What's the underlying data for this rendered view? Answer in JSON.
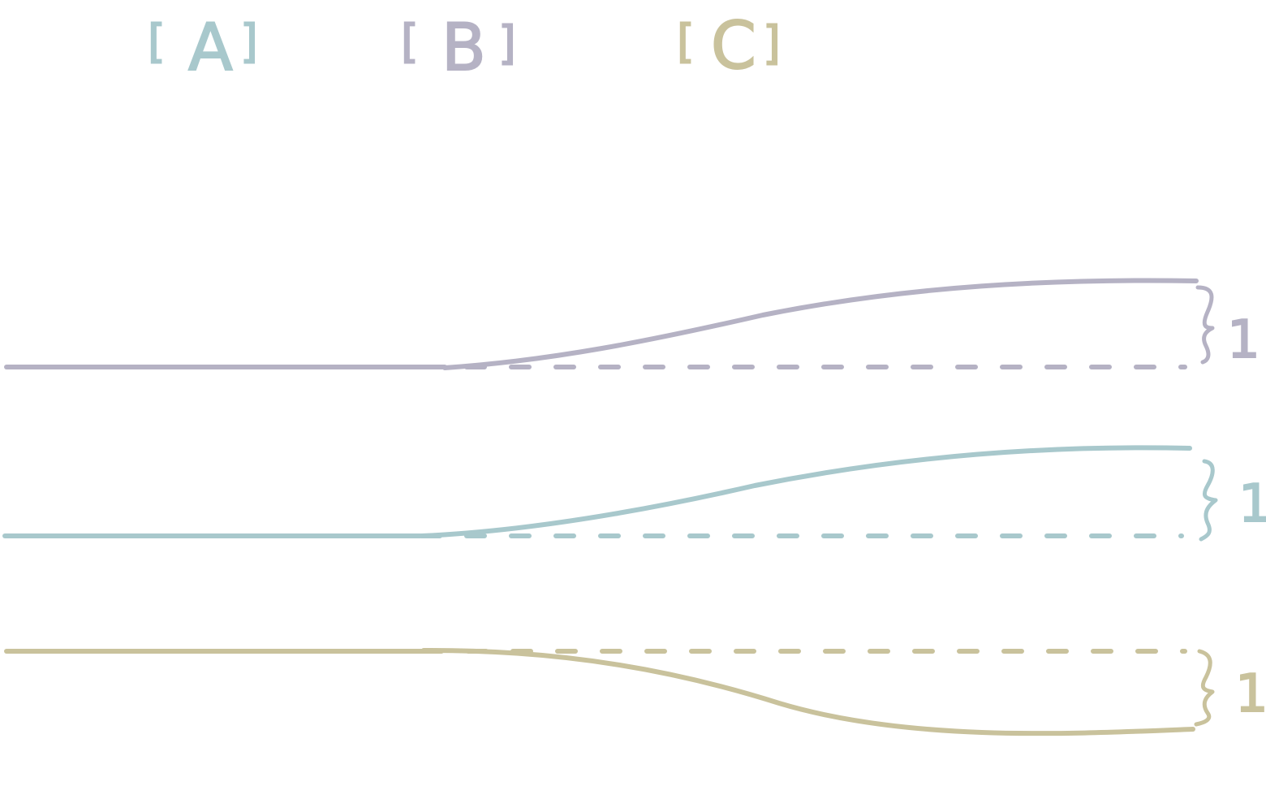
{
  "colors": {
    "A": "#a8c8cc",
    "B": "#b5b2c4",
    "C": "#c9c29c"
  },
  "legend": {
    "A": {
      "open": "[",
      "label": "A",
      "close": "]"
    },
    "B": {
      "open": "[",
      "label": "B",
      "close": "]"
    },
    "C": {
      "open": "[",
      "label": "C",
      "close": "]"
    }
  },
  "tracks": {
    "B": {
      "delta": "1"
    },
    "A": {
      "delta": "1"
    },
    "C": {
      "delta": "1"
    }
  }
}
